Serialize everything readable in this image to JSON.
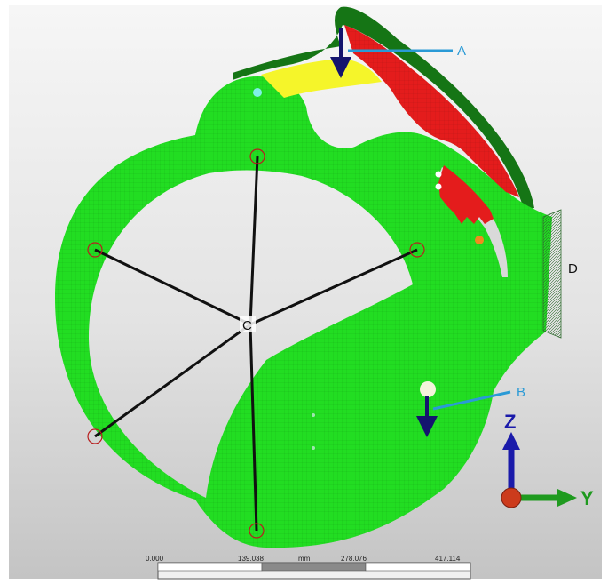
{
  "callouts": {
    "a": "A",
    "b": "B",
    "c": "C",
    "d": "D"
  },
  "axes": {
    "z_label": "Z",
    "y_label": "Y"
  },
  "scale_bar": {
    "tick_labels": [
      "0.000",
      "139.038",
      "278.076",
      "417.114"
    ],
    "unit": "mm"
  },
  "colors": {
    "mesh_green": "#22dd22",
    "contact_red": "#e41c1c",
    "contact_yellow": "#f5f52a",
    "edge_dark_green": "#157515",
    "load_arrow": "#14146e",
    "leader_line": "#2a9ad6",
    "z_axis": "#1a1aaa",
    "y_axis": "#1f9a1f",
    "origin": "#cc3b1c"
  }
}
